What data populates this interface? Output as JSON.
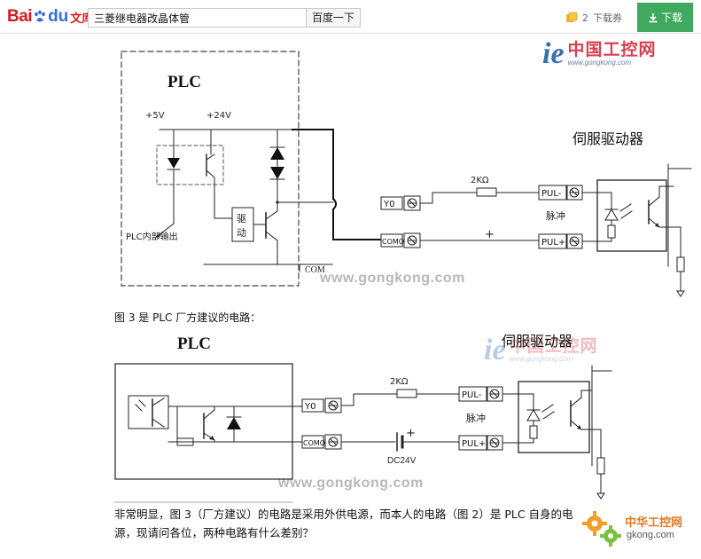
{
  "toolbar": {
    "logo_text_bai": "Bai",
    "logo_text_du": "du",
    "logo_text_wenku": "文库",
    "search_value": "三菱继电器改晶体管",
    "search_button": "百度一下",
    "coupon_count": "2",
    "coupon_label": "下载券",
    "download_label": "下载"
  },
  "watermarks": {
    "site_logo_cn": "中国工控网",
    "site_logo_url": "www.gongkong.com",
    "site_text_1": "www.gongkong.com",
    "site_text_2": "www.gongkong.com",
    "corner_logo_title": "中华工控网",
    "corner_logo_url": "gkong.com"
  },
  "figure2": {
    "plc_title": "PLC",
    "plus5": "+5V",
    "plus24": "+24V",
    "drive_char_1": "驱",
    "drive_char_2": "动",
    "plc_internal_output": "PLC内部输出",
    "com": "COM",
    "terminal_y0": "Y0",
    "terminal_como": "COMO",
    "resistor": "2KΩ",
    "plus_sign": "+",
    "driver_title": "伺服驱动器",
    "pul_minus": "PUL-",
    "pul_plus": "PUL+",
    "pulse": "脉冲"
  },
  "caption": "图 3 是 PLC 厂方建议的电路：",
  "figure3": {
    "plc_title": "PLC",
    "driver_title": "伺服驱动器",
    "terminal_y0": "Y0",
    "terminal_como": "COMO",
    "resistor": "2KΩ",
    "plus_sign": "+",
    "battery": "DC24V",
    "pul_minus": "PUL-",
    "pul_plus": "PUL+",
    "pulse": "脉冲"
  },
  "question_text": "非常明显，图 3（厂方建议）的电路是采用外供电源，而本人的电路（图 2）是 PLC 自身的电源，现请问各位，两种电路有什么差别？"
}
